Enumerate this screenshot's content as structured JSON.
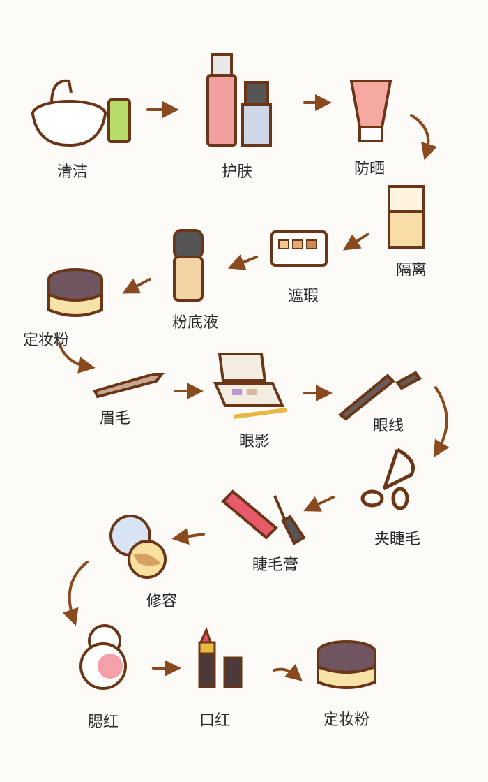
{
  "title": "化妆步骤",
  "steps": [
    {
      "label": "清洁",
      "icon": "washbasin-icon"
    },
    {
      "label": "护肤",
      "icon": "skincare-bottles-icon"
    },
    {
      "label": "防晒",
      "icon": "sunscreen-tube-icon"
    },
    {
      "label": "隔离",
      "icon": "primer-bottle-icon"
    },
    {
      "label": "遮瑕",
      "icon": "concealer-palette-icon"
    },
    {
      "label": "粉底液",
      "icon": "foundation-bottle-icon"
    },
    {
      "label": "定妆粉",
      "icon": "powder-jar-icon"
    },
    {
      "label": "眉毛",
      "icon": "eyebrow-pencil-icon"
    },
    {
      "label": "眼影",
      "icon": "eyeshadow-palette-icon"
    },
    {
      "label": "眼线",
      "icon": "eyeliner-icon"
    },
    {
      "label": "夹睫毛",
      "icon": "eyelash-curler-icon"
    },
    {
      "label": "睫毛膏",
      "icon": "mascara-icon"
    },
    {
      "label": "修容",
      "icon": "contour-compact-icon"
    },
    {
      "label": "腮红",
      "icon": "blush-compact-icon"
    },
    {
      "label": "口红",
      "icon": "lipstick-icon"
    },
    {
      "label": "定妆粉",
      "icon": "powder-jar-icon"
    }
  ],
  "colors": {
    "arrow": "#8a4a1f",
    "outline": "#6b3517",
    "pink": "#f1a0a0",
    "cream": "#f7dca8",
    "lid": "#5a4a4a"
  }
}
